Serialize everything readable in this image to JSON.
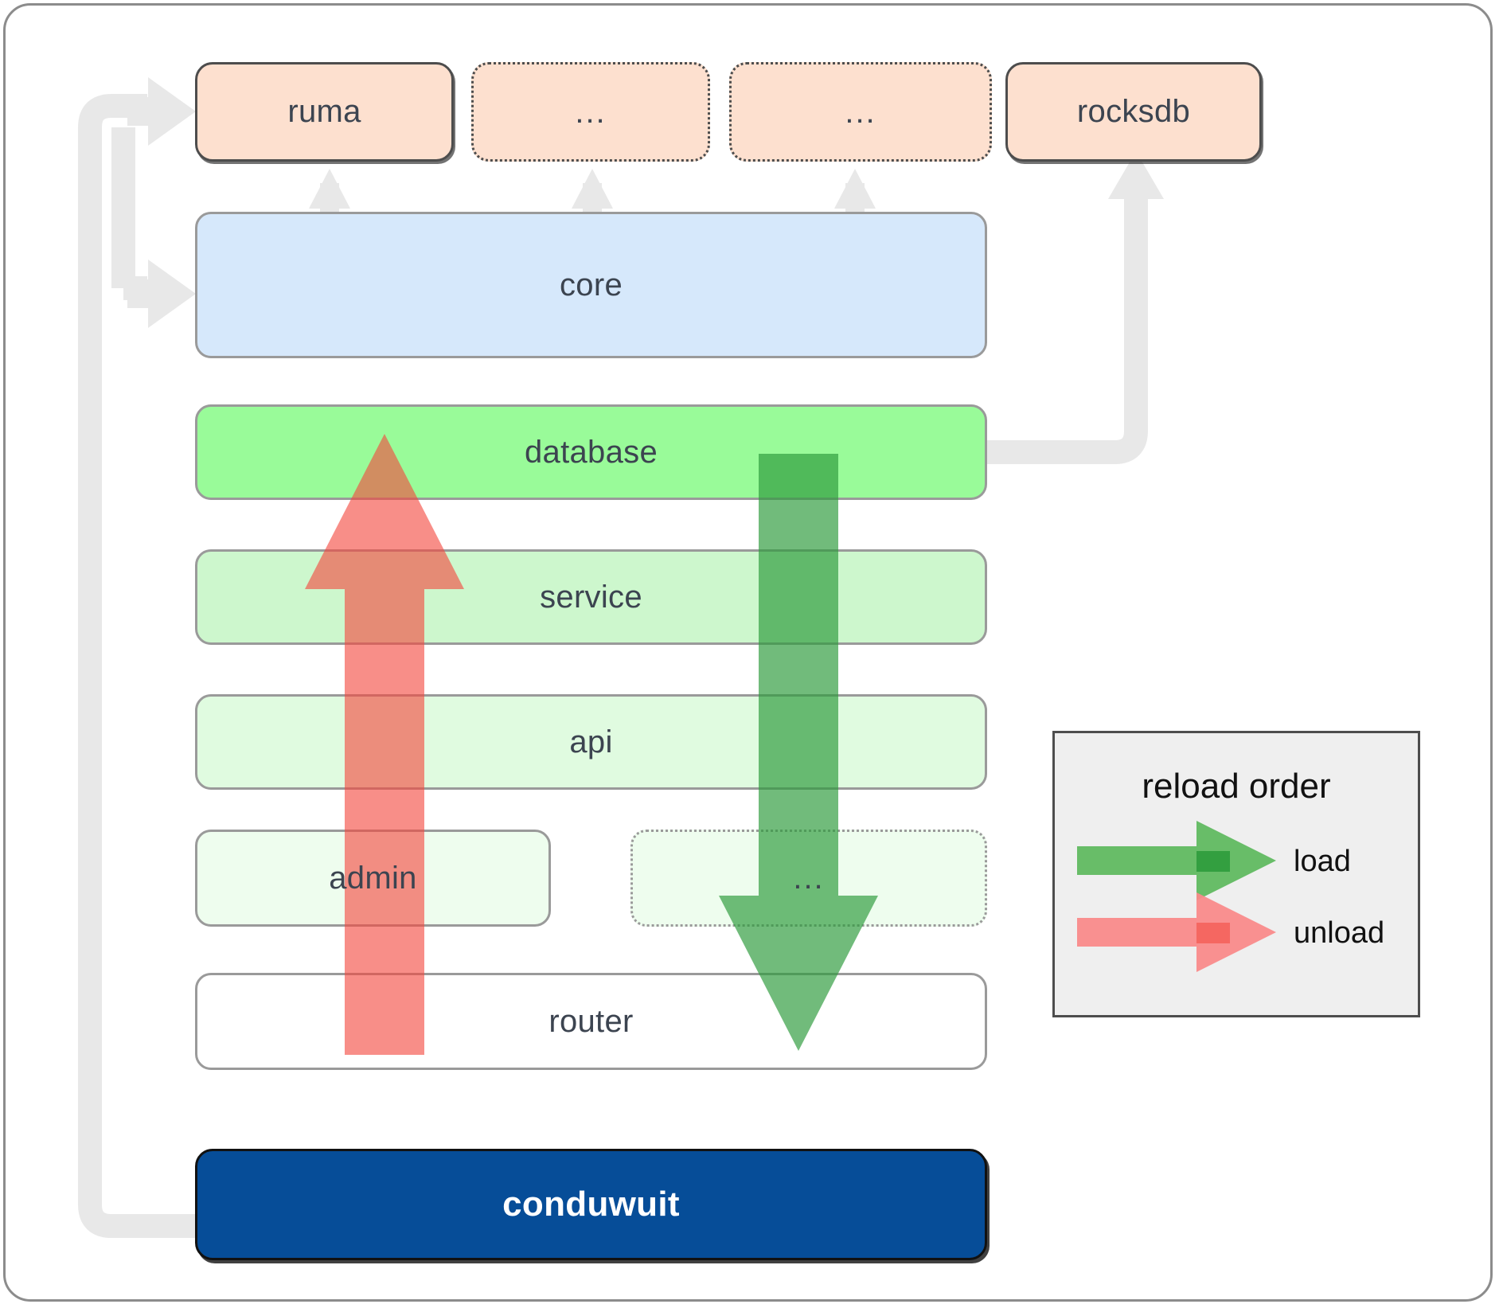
{
  "diagram": {
    "title_absent": true,
    "background": "#ffffff",
    "frame_color": "#8c8c8c"
  },
  "nodes": {
    "dependencies": [
      {
        "id": "ruma",
        "label": "ruma",
        "style": "solid",
        "fill": "#fde0cf"
      },
      {
        "id": "dep2",
        "label": "...",
        "style": "dotted",
        "fill": "#fde0cf"
      },
      {
        "id": "dep3",
        "label": "...",
        "style": "dotted",
        "fill": "#fde0cf"
      },
      {
        "id": "rocksdb",
        "label": "rocksdb",
        "style": "solid",
        "fill": "#fde0cf"
      }
    ],
    "layers": [
      {
        "id": "core",
        "label": "core",
        "style": "solid",
        "fill": "#d6e8fb"
      },
      {
        "id": "database",
        "label": "database",
        "style": "solid",
        "fill": "#99fb99"
      },
      {
        "id": "service",
        "label": "service",
        "style": "solid",
        "fill": "#cdf7cd"
      },
      {
        "id": "api",
        "label": "api",
        "style": "solid",
        "fill": "#e0fbe0"
      },
      {
        "id": "admin",
        "label": "admin",
        "style": "solid",
        "fill": "#eefdee"
      },
      {
        "id": "more",
        "label": "...",
        "style": "dotted",
        "fill": "#eefdee"
      },
      {
        "id": "router",
        "label": "router",
        "style": "solid",
        "fill": "#ffffff"
      }
    ],
    "root": {
      "id": "conduwuit",
      "label": "conduwuit",
      "fill": "#064d98",
      "text_color": "#ffffff"
    }
  },
  "legend": {
    "title": "reload order",
    "items": [
      {
        "id": "load",
        "label": "load",
        "color": "#5cb85c"
      },
      {
        "id": "unload",
        "label": "unload",
        "color": "#f98a8a"
      }
    ],
    "background": "#efefef",
    "border": "#4d4d4d"
  },
  "arrows": {
    "load": {
      "color": "#5cb85c",
      "direction": "down",
      "from": "database",
      "to": "router"
    },
    "unload": {
      "color": "#f98a8a",
      "direction": "up",
      "from": "router",
      "to": "database"
    },
    "dependency_color": "#e8e8e8"
  }
}
